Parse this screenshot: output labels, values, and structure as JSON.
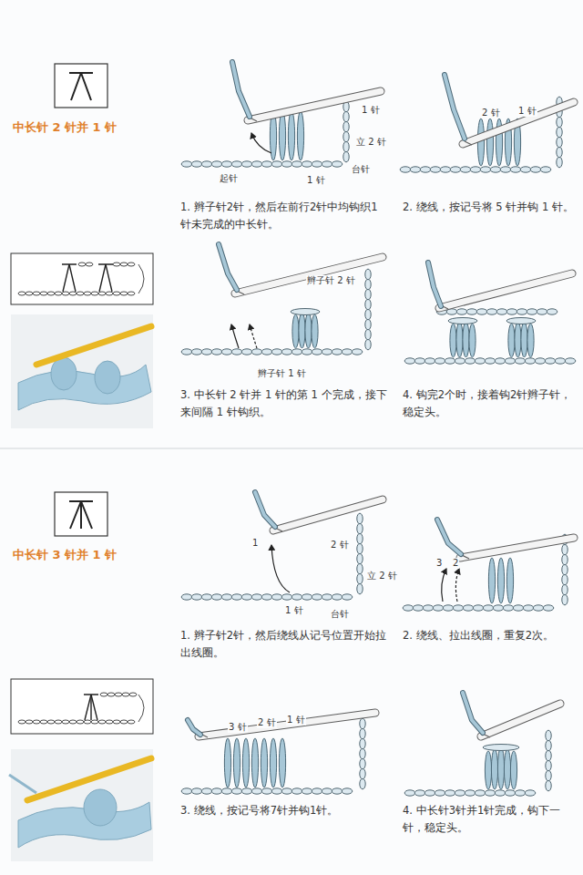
{
  "diagram": {
    "labels": [
      "中长针 2 针并 1 针",
      "1 针",
      "立 2 针",
      "台针",
      "起针",
      "1 针",
      "1. 辫子针2针，然后在前行2针中均钩织1针未完成的中长针。",
      "2 针",
      "1 针",
      "2. 绕线，按记号将 5 针并钩 1 针。",
      "辫子针 2 针",
      "辫子针 1 针",
      "3. 中长针 2 针并 1 针的第 1 个完成，接下来间隔 1 针钩织。",
      "4. 钩完2个时，接着钩2针辫子针，稳定头。",
      "中长针 3 针并 1 针",
      "1",
      "2 针",
      "立 2 针",
      "台针",
      "1 针",
      "1. 辫子针2针，然后绕线从记号位置开始拉出线圈。",
      "3",
      "2",
      "2. 绕线、拉出线圈，重复2次。",
      "3 针",
      "2 针",
      "1 针",
      "3. 绕线，按记号将7针并钩1针。",
      "4. 中长针3针并1针完成，钩下一针，稳定头。"
    ]
  }
}
